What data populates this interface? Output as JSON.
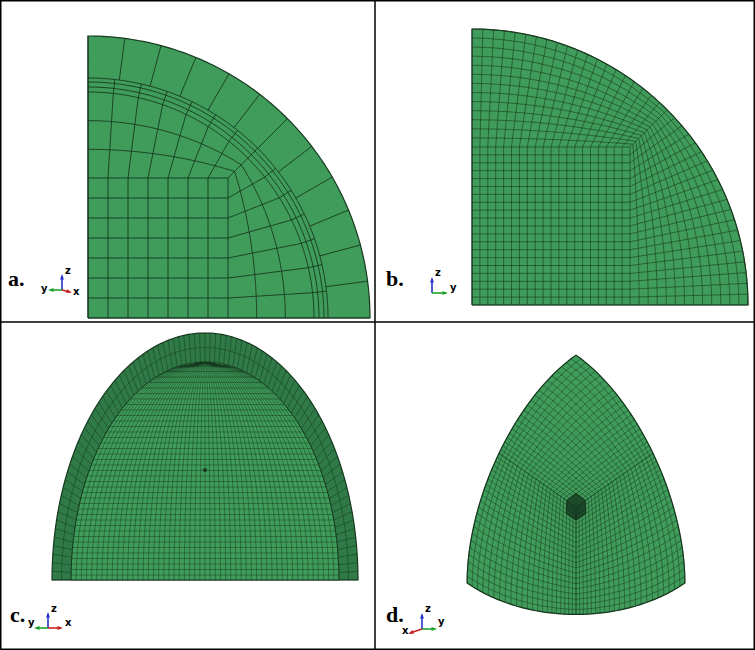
{
  "diagram": {
    "labels": [
      "a.",
      "z",
      "y",
      "x",
      "b.",
      "z",
      "y",
      "c.",
      "z",
      "y",
      "x",
      "d.",
      "z",
      "x",
      "y"
    ]
  }
}
